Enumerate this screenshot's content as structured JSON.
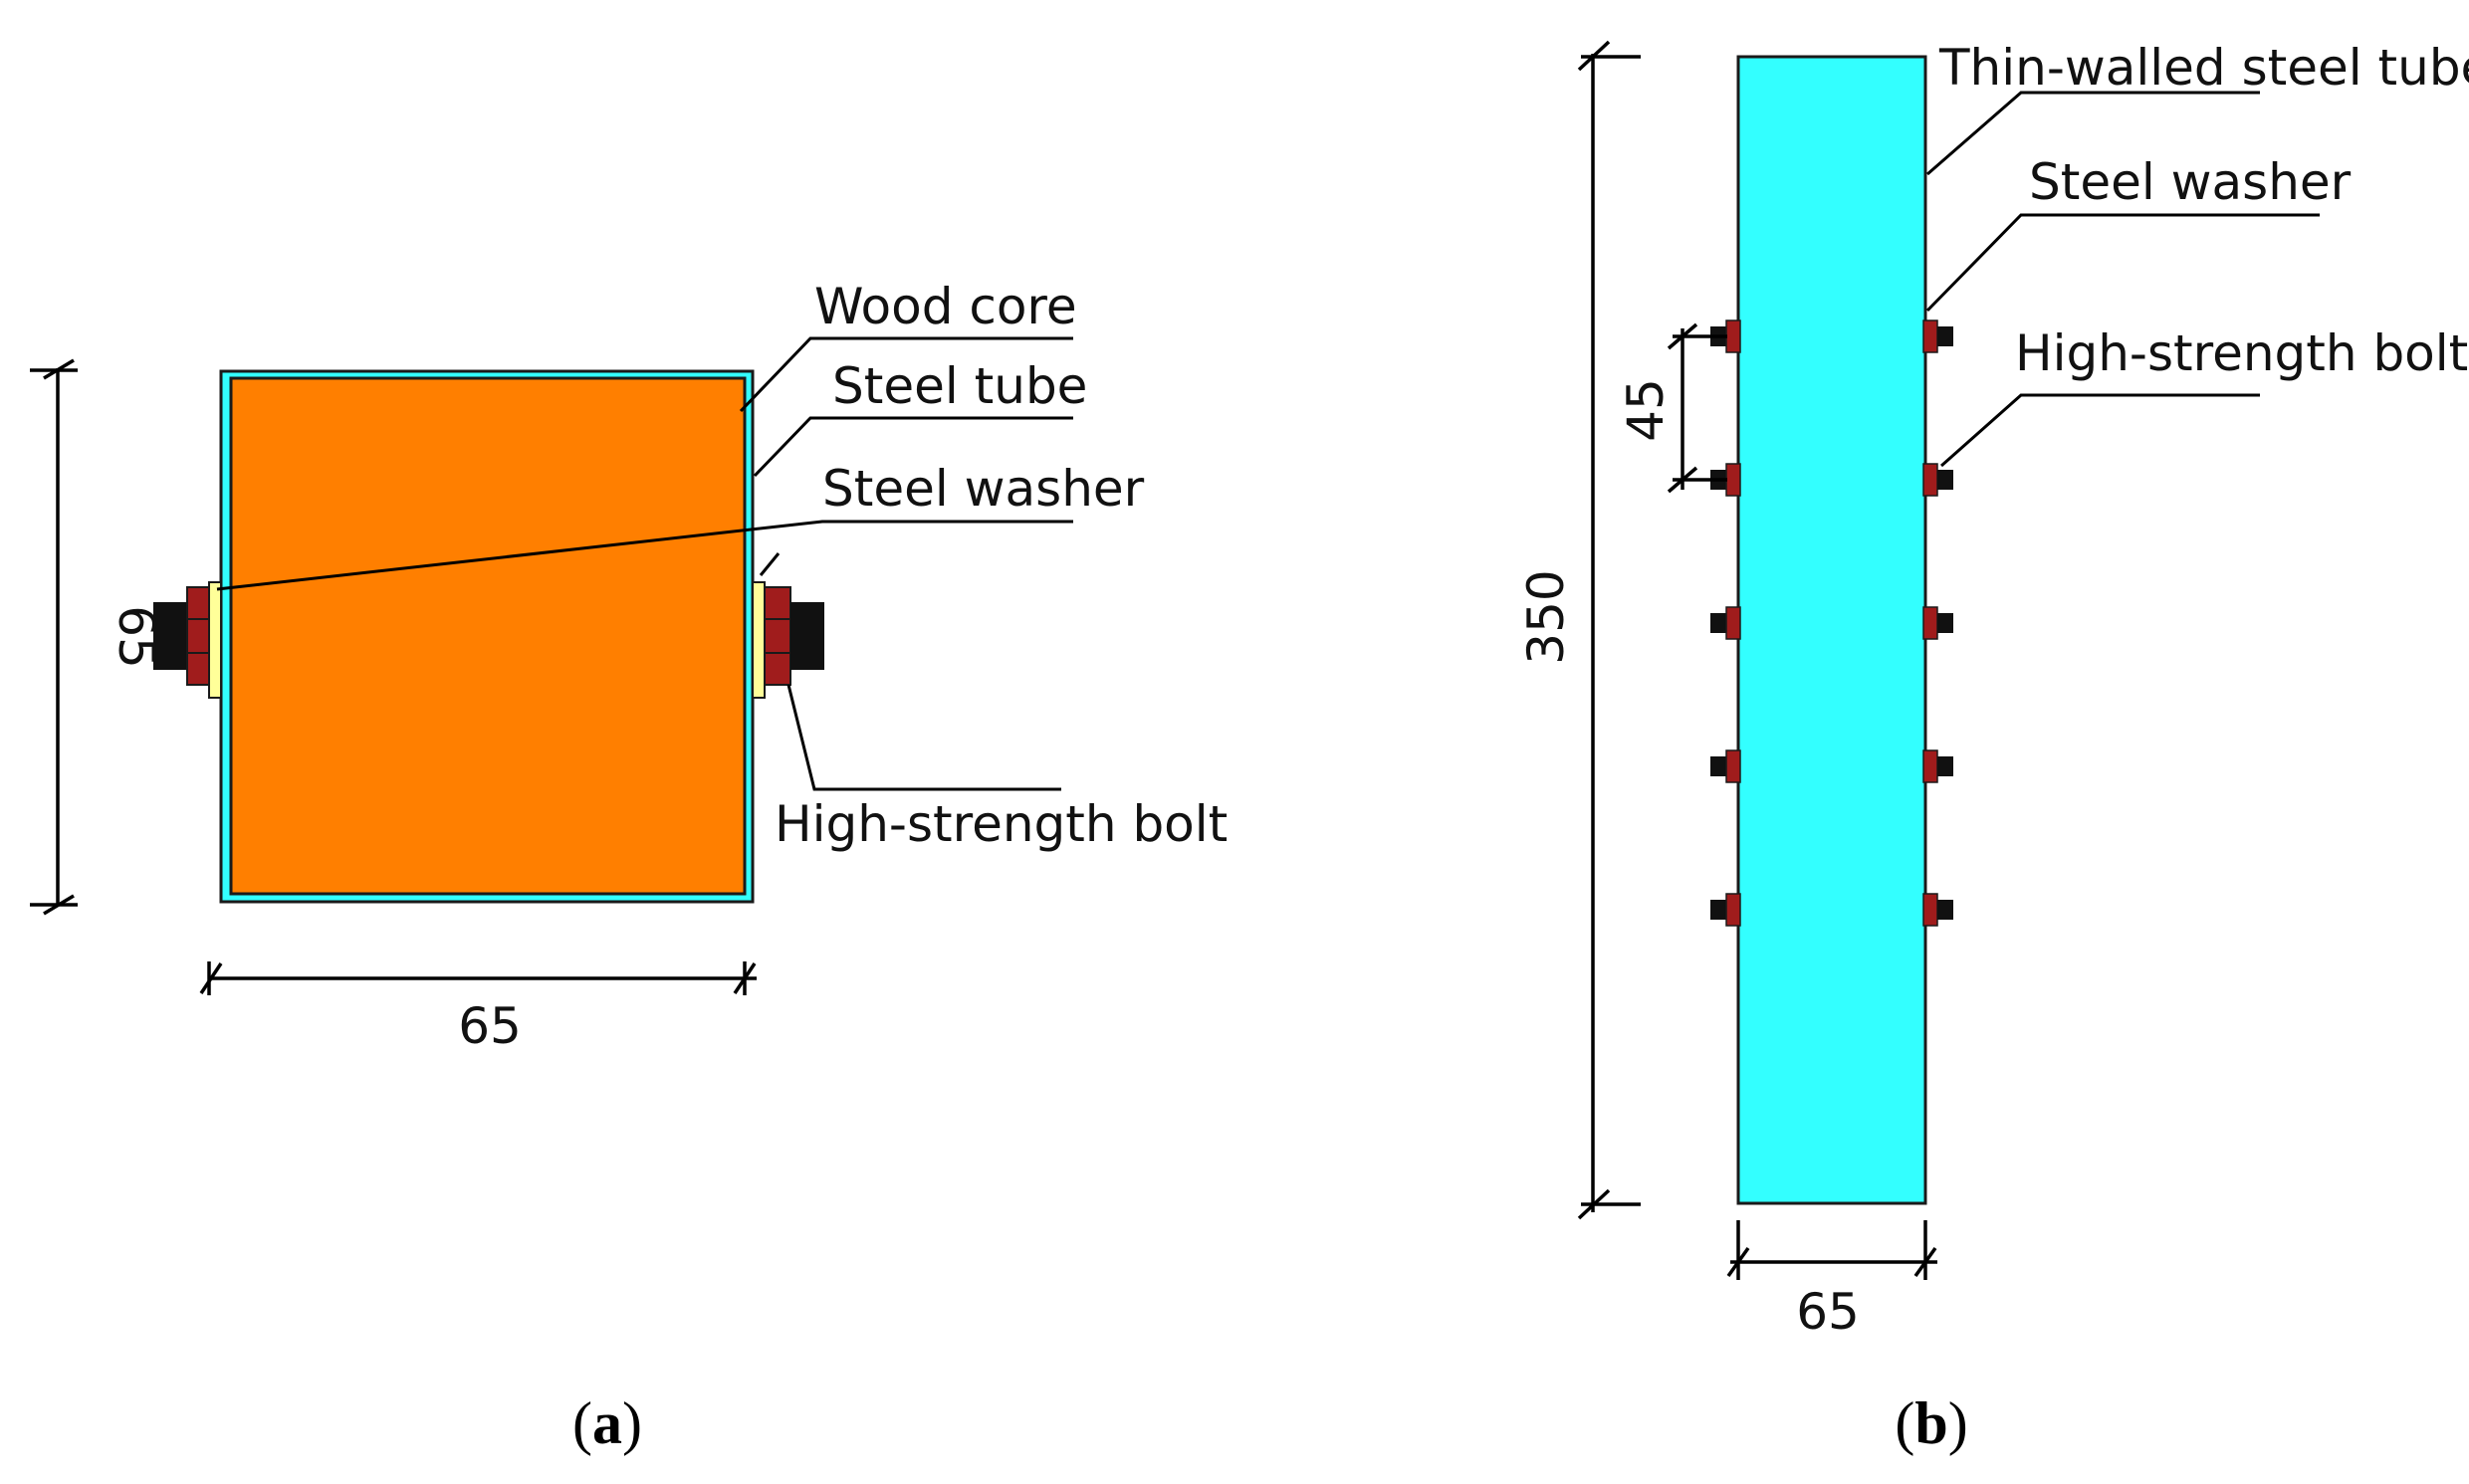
{
  "panel_a": {
    "labels": {
      "wood_core": "Wood core",
      "steel_tube": "Steel tube",
      "steel_washer": "Steel washer",
      "bolt": "High-strength bolt"
    },
    "dims": {
      "height": "65",
      "width": "65"
    },
    "caption": {
      "open": "(",
      "letter": "a",
      "close": ")"
    },
    "colors": {
      "wood_core": "#ff7f00",
      "steel_tube": "#33ffff",
      "steel_washer": "#ffff99",
      "bolt": "#a01c1c"
    }
  },
  "panel_b": {
    "labels": {
      "tube": "Thin-walled steel tube",
      "steel_washer": "Steel washer",
      "bolt": "High-strength bolt"
    },
    "dims": {
      "length": "350",
      "spacing": "45",
      "width": "65"
    },
    "caption": {
      "open": "(",
      "letter": "b",
      "close": ")"
    },
    "bolt_rows": 5,
    "colors": {
      "tube": "#33ffff",
      "bolt": "#a01c1c"
    }
  }
}
